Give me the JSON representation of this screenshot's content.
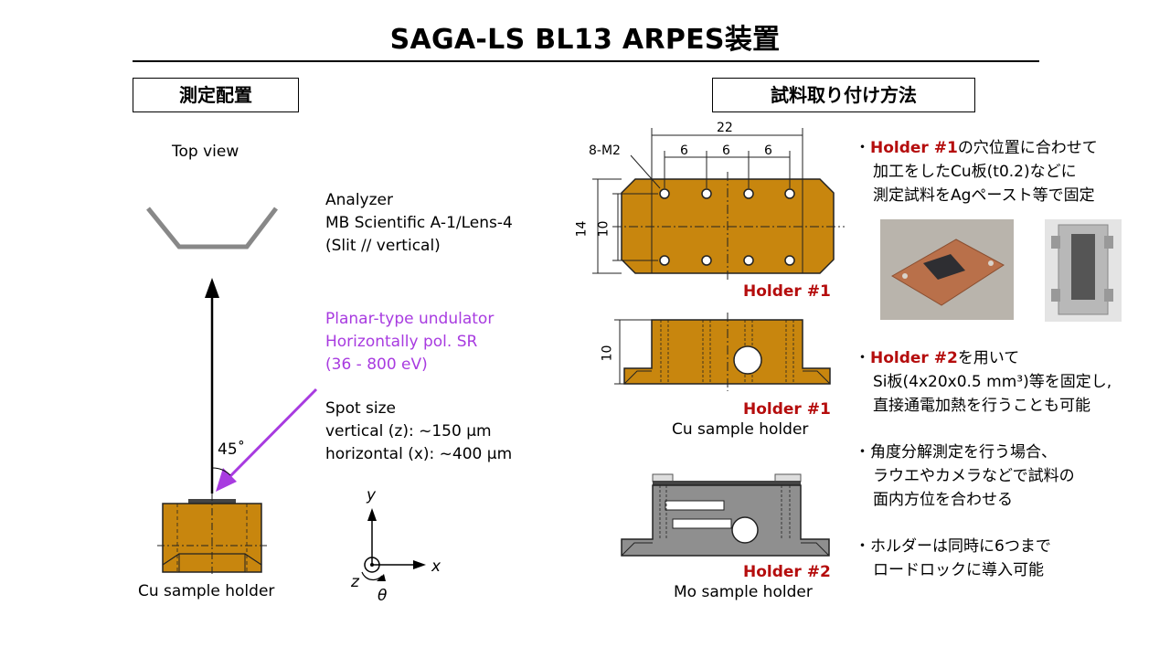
{
  "title": "SAGA-LS BL13 ARPES装置",
  "left": {
    "section_label": "測定配置",
    "top_view": "Top view",
    "analyzer": [
      "Analyzer",
      "MB Scientific A-1/Lens-4",
      "(Slit // vertical)"
    ],
    "source": [
      "Planar-type undulator",
      "Horizontally  pol. SR",
      "(36 - 800 eV)"
    ],
    "spot": {
      "heading": "Spot size",
      "vertical": "vertical (z): ~150 μm",
      "horizontal": "horizontal (x): ~400 μm"
    },
    "angle": "45˚",
    "holder_caption": "Cu sample holder",
    "axes": {
      "y": "y",
      "x": "x",
      "z": "z",
      "theta": "θ"
    }
  },
  "middle": {
    "section_label": "試料取り付け方法",
    "dims": {
      "total": "22",
      "d1": "6",
      "d2": "6",
      "d3": "6",
      "screws": "8-M2",
      "height_outer": "14",
      "height_inner": "10",
      "height_side": "10"
    },
    "holder1_top_label": "Holder #1",
    "holder1_side_label": "Holder #1",
    "holder1_caption": "Cu sample holder",
    "holder2_label": "Holder #2",
    "holder2_caption": "Mo sample holder"
  },
  "right": {
    "bullets": [
      {
        "mark": "・",
        "highlight": "Holder  #1",
        "text": "の穴位置に合わせて",
        "lines": [
          "加工をしたCu板(t0.2)などに",
          "測定試料をAgペースト等で固定"
        ]
      },
      {
        "mark": "・",
        "highlight": "Holder  #2",
        "text": "を用いて",
        "lines": [
          "Si板(4x20x0.5  mm³)等を固定し,",
          "直接通電加熱を行うことも可能"
        ]
      },
      {
        "mark": "・",
        "highlight": "",
        "text": "角度分解測定を行う場合、",
        "lines": [
          "ラウエやカメラなどで試料の",
          "面内方位を合わせる"
        ]
      },
      {
        "mark": "・",
        "highlight": "",
        "text": "ホルダーは同時に6つまで",
        "lines": [
          "ロードロックに導入可能"
        ]
      }
    ]
  },
  "colors": {
    "copper": "#c8860e",
    "purple": "#a83be0",
    "red": "#b50d0d",
    "moly": "#8f8f8f"
  }
}
